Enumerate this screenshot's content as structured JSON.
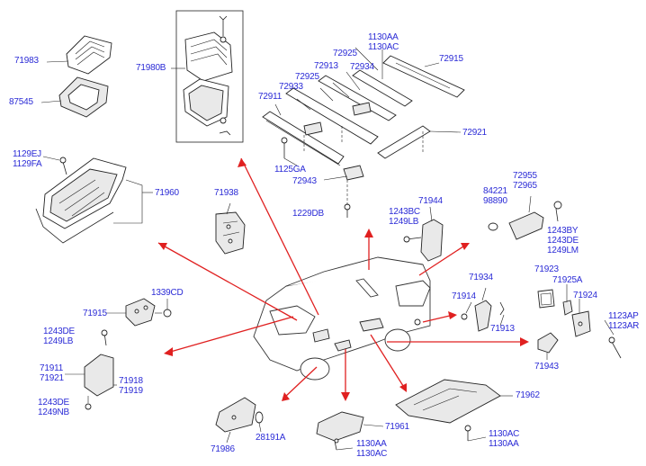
{
  "labels": {
    "p71983": "71983",
    "p87545": "87545",
    "p71980b": "71980B",
    "p72925a": "72925",
    "p1130aa_ac": "1130AA\n1130AC",
    "p72915": "72915",
    "p72913": "72913",
    "p72934": "72934",
    "p72925b": "72925",
    "p72933": "72933",
    "p72911": "72911",
    "p1129ej_fa": "1129EJ\n1129FA",
    "p71960": "71960",
    "p72921": "72921",
    "p1125ga": "1125GA",
    "p72943": "72943",
    "p71938": "71938",
    "p71944": "71944",
    "p84221_98890": "84221\n98890",
    "p72955_72965": "72955\n72965",
    "p1229db": "1229DB",
    "p1243bc_1249lb": "1243BC\n1249LB",
    "p1243by_de_lm": "1243BY\n1243DE\n1249LM",
    "p71923": "71923",
    "p71925a": "71925A",
    "p71934": "71934",
    "p71924": "71924",
    "p71914": "71914",
    "p71913": "71913",
    "p1123ap_ar": "1123AP\n1123AR",
    "p1339cd": "1339CD",
    "p71915": "71915",
    "p1243de_1249lb": "1243DE\n1249LB",
    "p71911_71921": "71911\n71921",
    "p71918_71919": "71918\n71919",
    "p71943": "71943",
    "p71962": "71962",
    "p1243de_1249nb": "1243DE\n1249NB",
    "p71961": "71961",
    "p1130ac_aa": "1130AC\n1130AA",
    "p71986": "71986",
    "p28191a": "28191A",
    "p1130aa_ac_b": "1130AA\n1130AC"
  },
  "colors": {
    "label": "#2b2bd6",
    "arrow": "#e02020",
    "line": "#222222"
  }
}
